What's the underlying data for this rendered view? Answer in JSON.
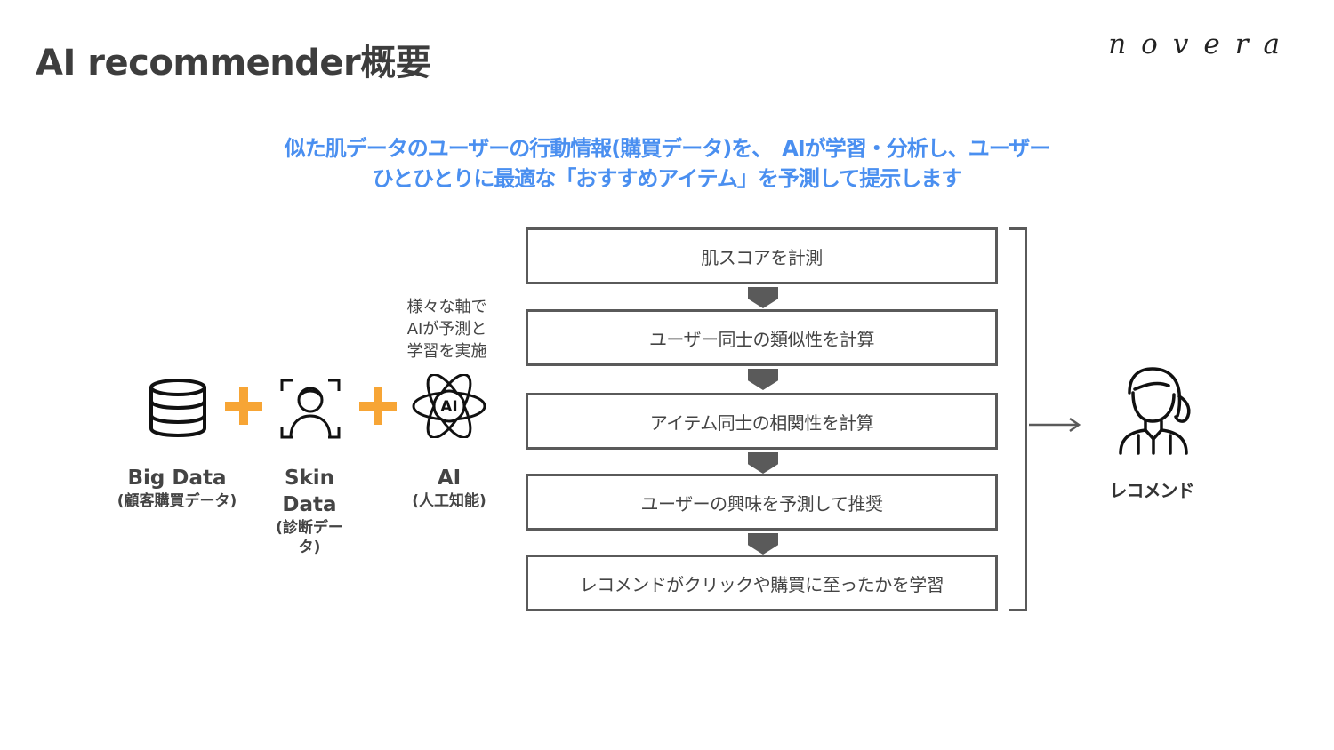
{
  "header": {
    "title": "AI recommender概要",
    "logo": "novera"
  },
  "subtitle": {
    "line1": "似た肌データのユーザーの行動情報(購買データ)を、　AIが学習・分析し、ユーザー",
    "line2": "ひとひとりに最適な「おすすめアイテム」を予測して提示します"
  },
  "inputs": {
    "big_data": {
      "name": "Big Data",
      "sub": "(顧客購買データ)",
      "icon": "database-icon"
    },
    "skin_data": {
      "name_line1": "Skin",
      "name_line2": "Data",
      "sub_line1": "(診断デー",
      "sub_line2": "タ)",
      "icon": "face-scan-icon"
    },
    "ai": {
      "name": "AI",
      "sub": "(人工知能)",
      "icon": "ai-atom-icon",
      "icon_text": "AI"
    }
  },
  "ai_note": {
    "line1": "様々な軸で",
    "line2": "AIが予測と",
    "line3": "学習を実施"
  },
  "steps": [
    "肌スコアを計測",
    "ユーザー同士の類似性を計算",
    "アイテム同士の相関性を計算",
    "ユーザーの興味を予測して推奨",
    "レコメンドがクリックや購買に至ったかを学習"
  ],
  "output": {
    "label": "レコメンド",
    "icon": "user-icon"
  },
  "colors": {
    "accent_blue": "#4a8ff0",
    "plus_orange": "#f7a535",
    "box_border": "#5a5a5a"
  }
}
